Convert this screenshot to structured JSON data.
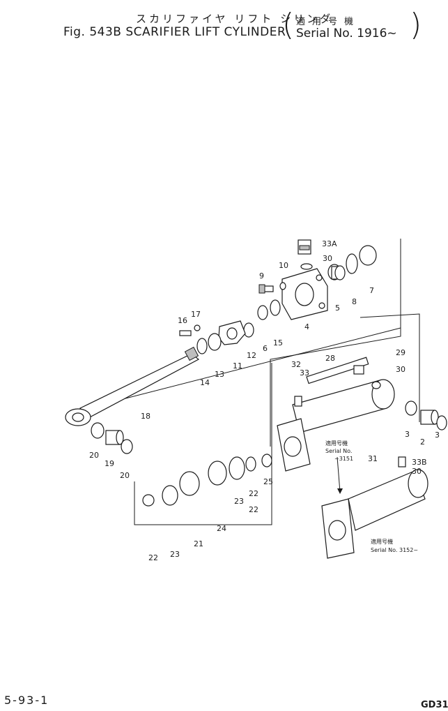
{
  "header": {
    "title_jp": "スカリファイヤ リフト シリンダ",
    "fig_title": "Fig. 543B  SCARIFIER LIFT CYLINDER",
    "serial_jp": "適用号機",
    "serial_en": "Serial No. 1916~"
  },
  "footer": {
    "page_number": "5-93-1",
    "sheet_code": "GD31"
  },
  "callouts": [
    "33A",
    "30",
    "10",
    "9",
    "7",
    "8",
    "5",
    "4",
    "17",
    "16",
    "6",
    "15",
    "12",
    "11",
    "13",
    "14",
    "18",
    "32",
    "33",
    "28",
    "29",
    "30",
    "20",
    "19",
    "20",
    "3",
    "2",
    "3",
    "31",
    "33B",
    "30",
    "22",
    "25",
    "23",
    "22",
    "24",
    "21",
    "23",
    "22"
  ],
  "notes": [
    {
      "jp": "適用号機",
      "en": "Serial No.",
      "range": "~3151"
    },
    {
      "jp": "適用号機",
      "en": "Serial No. 3152~"
    }
  ]
}
